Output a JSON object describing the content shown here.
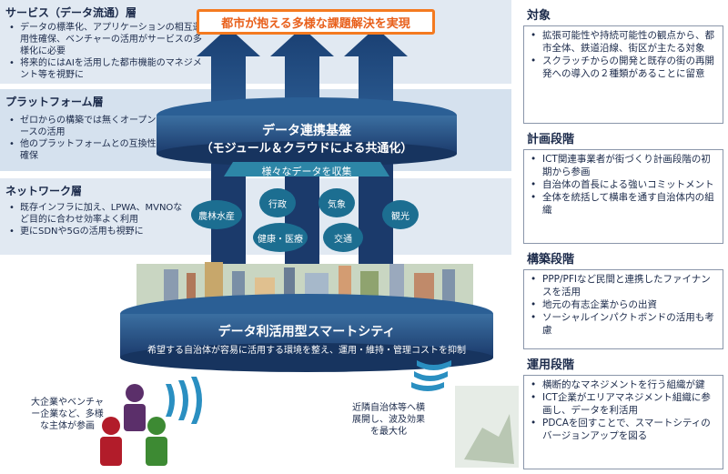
{
  "layers": {
    "service": {
      "title": "サービス（データ流通）層",
      "bullets": [
        "データの標準化、アプリケーションの相互運用性確保、ベンチャーの活用がサービスの多様化に必要",
        "将来的にはAIを活用した都市機能のマネジメント等を視野に"
      ]
    },
    "platform": {
      "title": "プラットフォーム層",
      "bullets": [
        "ゼロからの構築では無くオープンソースの活用",
        "他のプラットフォームとの互換性を確保"
      ]
    },
    "network": {
      "title": "ネットワーク層",
      "bullets": [
        "既存インフラに加え、LPWA、MVNOなど目的に合わせ効率よく利用",
        "更にSDNや5Gの活用も視野に"
      ]
    }
  },
  "banner": "都市が抱える多様な課題解決を実現",
  "data_platform": {
    "title": "データ連携基盤",
    "subtitle": "（モジュール＆クラウドによる共通化）",
    "collect_label": "様々なデータを収集"
  },
  "bubbles": [
    "農林水産",
    "行政",
    "気象",
    "観光",
    "健康・医療",
    "交通"
  ],
  "smart_city": {
    "title": "データ利活用型スマートシティ",
    "subtitle": "希望する自治体が容易に活用する環境を整え、運用・維持・管理コストを抑制"
  },
  "left_caption": "大企業やベンチャー企業など、多様な主体が参画",
  "right_caption": "近隣自治体等へ横展開し、波及効果を最大化",
  "sections": [
    {
      "title": "対象",
      "bullets": [
        "拡張可能性や持続可能性の観点から、都市全体、鉄道沿線、街区が主たる対象",
        "スクラッチからの開発と既存の街の再開発への導入の２種類があることに留意"
      ]
    },
    {
      "title": "計画段階",
      "bullets": [
        "ICT関連事業者が街づくり計画段階の初期から参画",
        "自治体の首長による強いコミットメント",
        "全体を統括して横串を通す自治体内の組織"
      ]
    },
    {
      "title": "構築段階",
      "bullets": [
        "PPP/PFIなど民間と連携したファイナンスを活用",
        "地元の有志企業からの出資",
        "ソーシャルインパクトボンドの活用も考慮"
      ]
    },
    {
      "title": "運用段階",
      "bullets": [
        "横断的なマネジメントを行う組織が鍵",
        "ICT企業がエリアマネジメント組織に参画し、データを利活用",
        "PDCAを回すことで、スマートシティのバージョンアップを図る"
      ]
    }
  ],
  "colors": {
    "navy": "#1b3a6b",
    "teal": "#1c6e91",
    "orange": "#f47a20",
    "layer_bg": "#dde6f0"
  }
}
